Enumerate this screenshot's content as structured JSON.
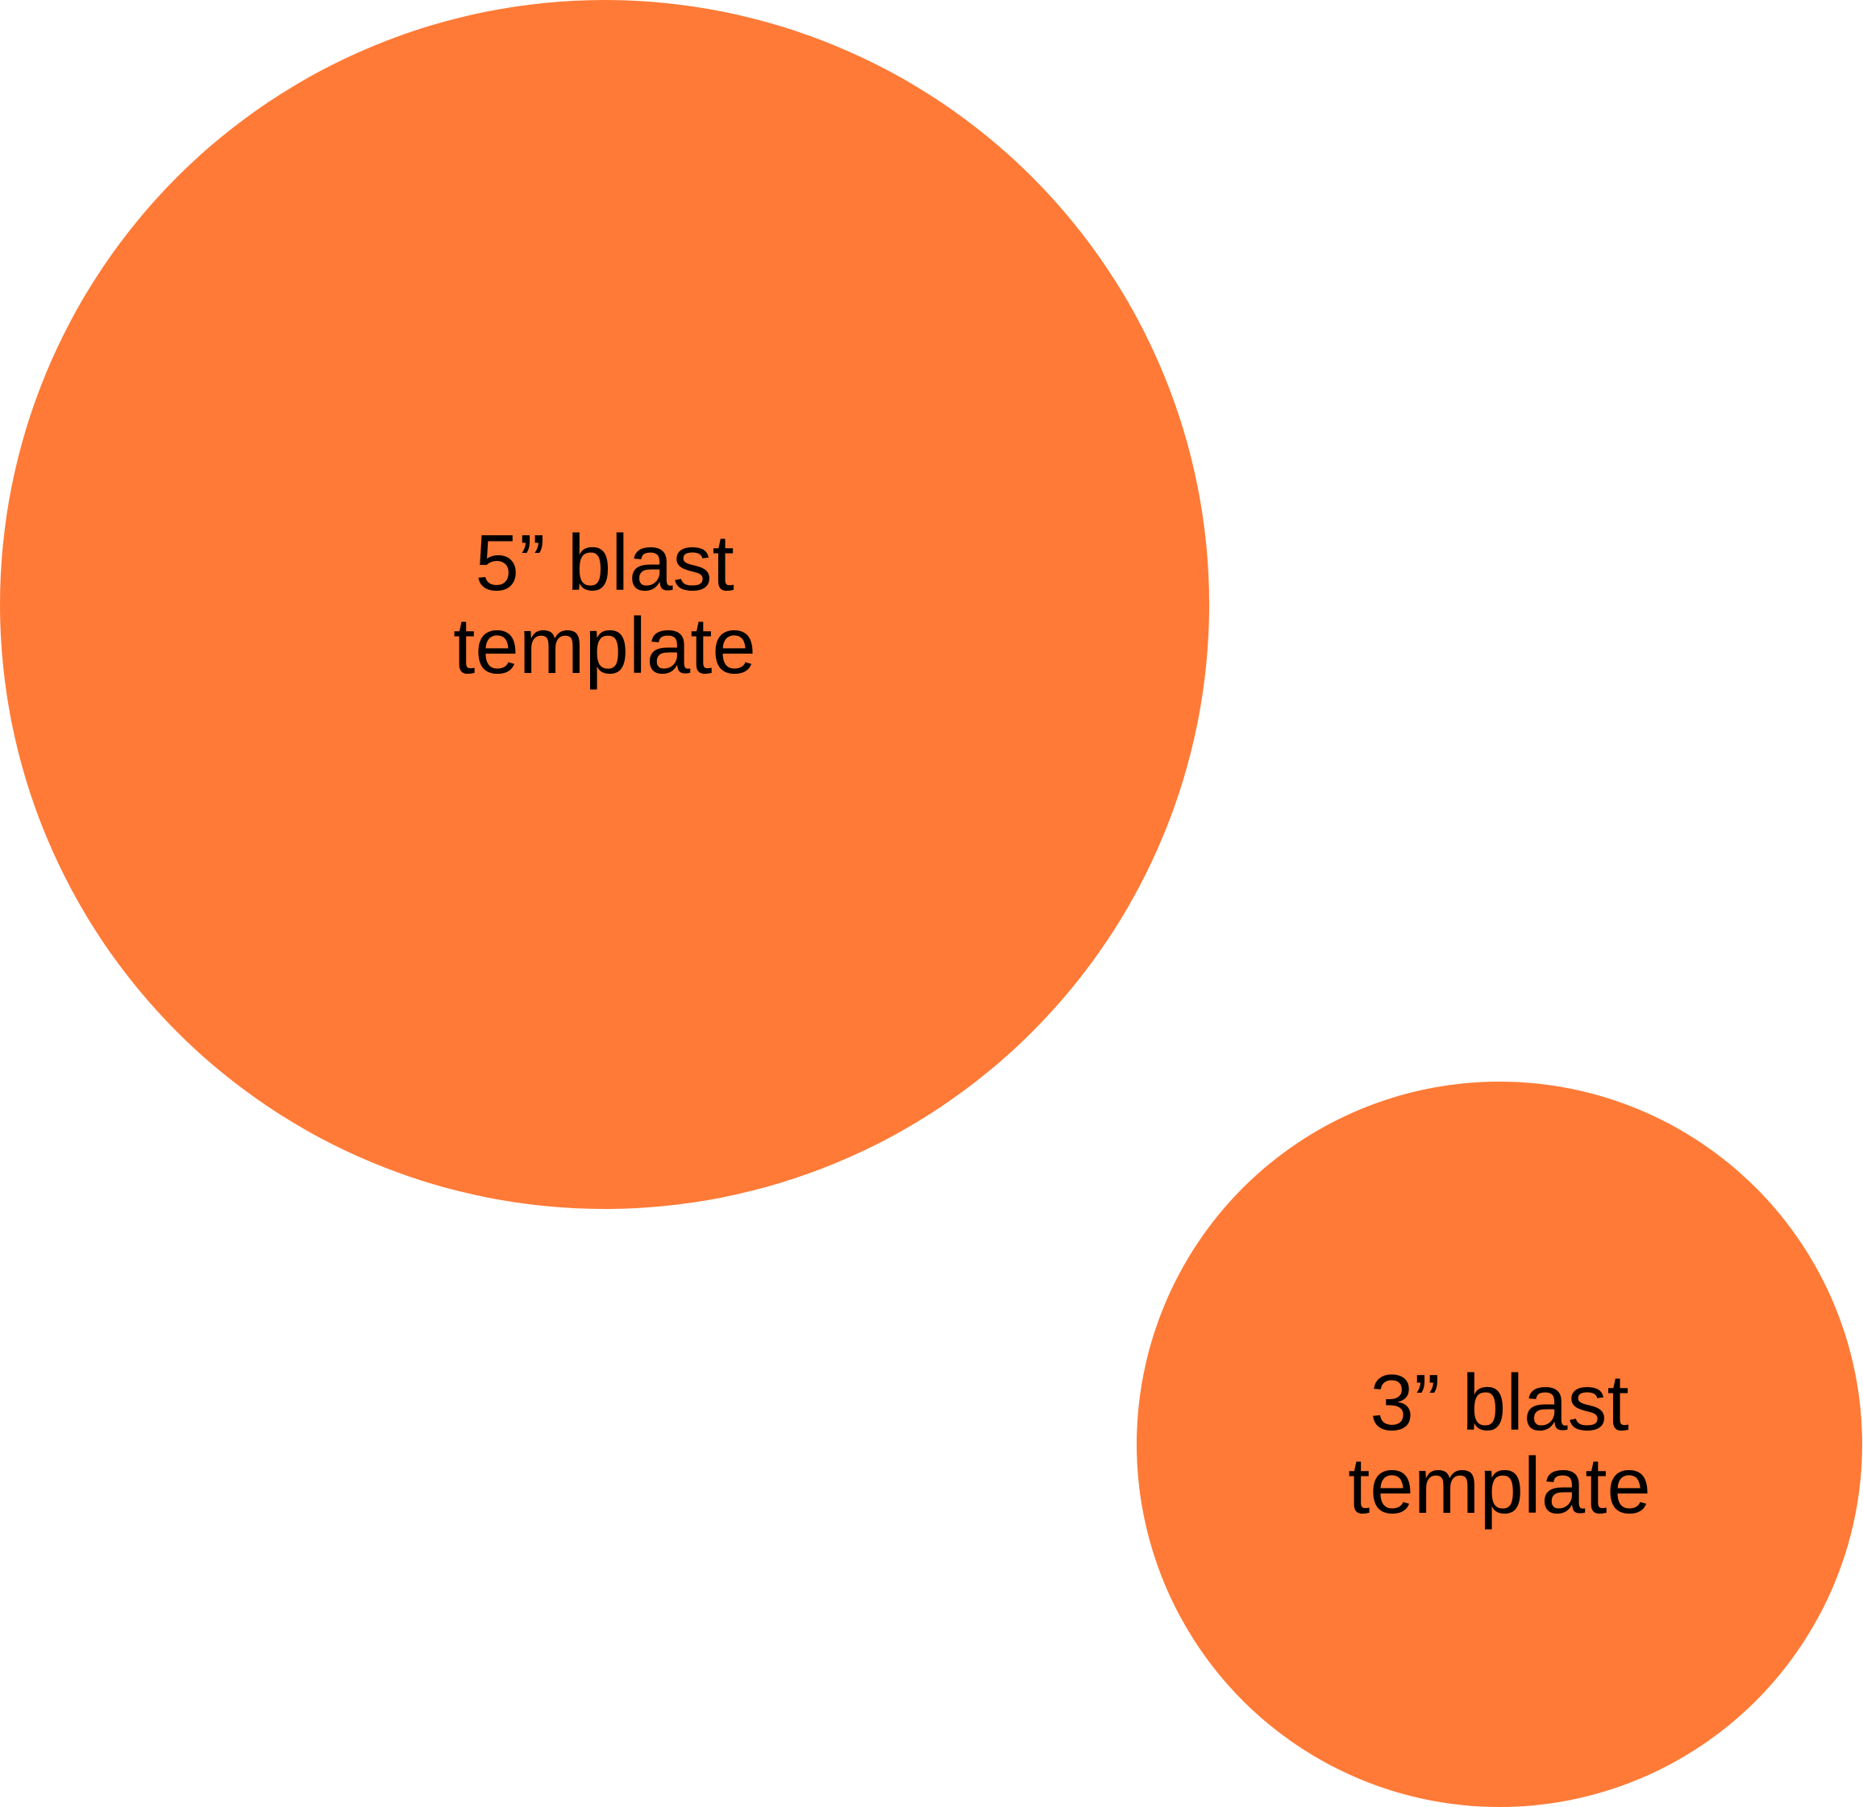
{
  "colors": {
    "fill": "#FF7A36",
    "text": "#000000",
    "background": "#FFFFFF"
  },
  "templates": [
    {
      "line1": "5” blast",
      "line2": "template"
    },
    {
      "line1": "3” blast",
      "line2": "template"
    }
  ]
}
